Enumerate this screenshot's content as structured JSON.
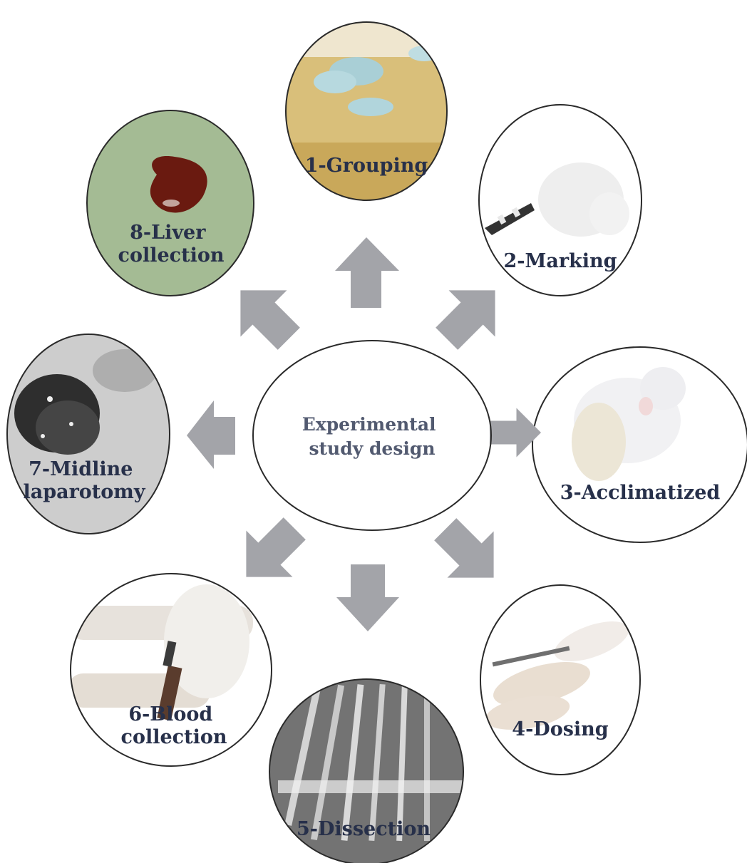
{
  "center": {
    "lines": [
      "Experimental",
      "study design"
    ]
  },
  "steps": [
    {
      "id": "grouping",
      "lines": [
        "1-Grouping"
      ],
      "photo_icon": "mice-on-bedding-photo"
    },
    {
      "id": "marking",
      "lines": [
        "2-Marking"
      ],
      "photo_icon": "tail-marked-mouse-photo"
    },
    {
      "id": "acclimatized",
      "lines": [
        "3-Acclimatized"
      ],
      "photo_icon": "white-mouse-photo"
    },
    {
      "id": "dosing",
      "lines": [
        "4-Dosing"
      ],
      "photo_icon": "oral-gavage-photo"
    },
    {
      "id": "dissection",
      "lines": [
        "5-Dissection"
      ],
      "photo_icon": "surgical-instruments-photo"
    },
    {
      "id": "blood-collection",
      "lines": [
        "6-Blood",
        "collection"
      ],
      "photo_icon": "cardiac-puncture-photo"
    },
    {
      "id": "midline-laparotomy",
      "lines": [
        "7-Midline",
        "laparotomy"
      ],
      "photo_icon": "opened-abdomen-photo"
    },
    {
      "id": "liver-collection",
      "lines": [
        "8-Liver",
        "collection"
      ],
      "photo_icon": "excised-liver-photo"
    }
  ],
  "colors": {
    "arrow": "#a3a4a9",
    "label": "#27304a",
    "center_label": "#525a70",
    "outline": "#2a2a2a"
  }
}
